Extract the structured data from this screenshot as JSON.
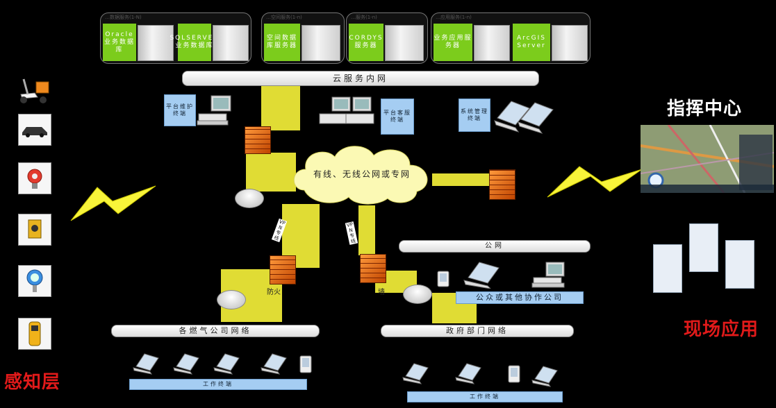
{
  "servers": {
    "groups": [
      {
        "header": "…数据服务(1-N)"
      },
      {
        "header": "…空间服务(1-n)"
      },
      {
        "header": "…服务(1-n)"
      },
      {
        "header": "…应用服务(1-n)"
      }
    ],
    "labels": [
      "Oracle业务数据库",
      "SQLSERVER业务数据库",
      "空间数据库服务器",
      "CORDYS服务器",
      "业务应用服务器",
      "ArcGIS Server"
    ]
  },
  "networks": {
    "cloud": "云服务内网",
    "wan": "有线、无线公网或专网",
    "public": "公网",
    "gas": "各燃气公司网络",
    "gov": "政府部门网络"
  },
  "terminals": {
    "maintenance": "平台维护终端",
    "customer_service": "平台客服终端",
    "system_admin": "系统管理终端",
    "public_partners": "公众或其他协作公司",
    "work_left": "工作终端",
    "work_right": "工作终端"
  },
  "links": {
    "vpn_left": "VPN专线",
    "vpn_right": "VPN专线",
    "firewall_left": "防火",
    "firewall_right": "墙"
  },
  "sections": {
    "command_center": "指挥中心",
    "field_app": "现场应用",
    "sensing_layer": "感知层"
  },
  "colors": {
    "accent_green": "#7ccc1c",
    "beam_yellow": "#f8f43a",
    "terminal_blue": "#a5cdf2",
    "title_red": "#e11a1a"
  },
  "icons": [
    "scooter-icon",
    "car-icon",
    "gas-detector-icon",
    "valve-icon",
    "pressure-gauge-icon",
    "handheld-detector-icon"
  ]
}
